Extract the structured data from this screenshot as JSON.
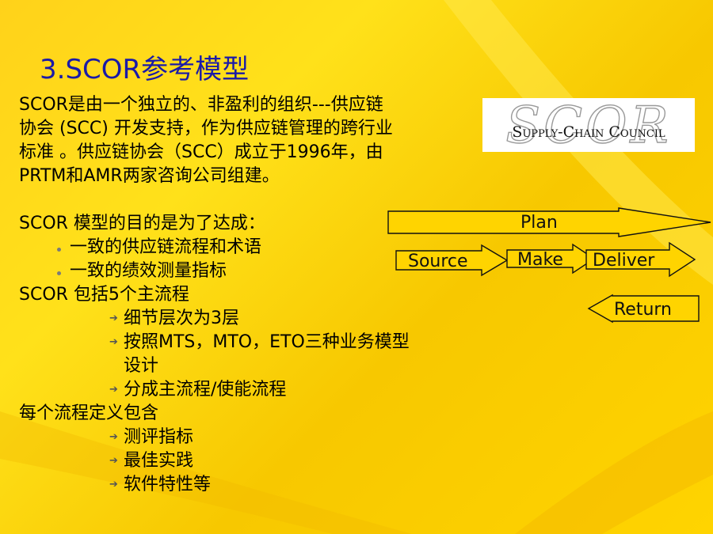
{
  "slide": {
    "title": "3.SCOR参考模型",
    "lines": {
      "p1": "SCOR是由一个独立的、非盈利的组织---供应链",
      "p2": "协会 (SCC) 开发支持，作为供应链管理的跨行业",
      "p3": "标准 。供应链协会（SCC）成立于1996年，由",
      "p4": "PRTM和AMR两家咨询公司组建。",
      "h1": "SCOR 模型的目的是为了达成：",
      "b1": "一致的供应链流程和术语",
      "b2": "一致的绩效测量指标",
      "h2": "SCOR 包括5个主流程",
      "s1": "细节层次为3层",
      "s2a": "按照MTS，MTO，ETO三种业务模型",
      "s2b": "设计",
      "s3": "分成主流程/使能流程",
      "h3": "每个流程定义包含",
      "t1": "测评指标",
      "t2": "最佳实践",
      "t3": "软件特性等"
    }
  },
  "logo": {
    "big_text": "SCOR",
    "sub_text": "Supply-Chain Council"
  },
  "diagram": {
    "plan": "Plan",
    "source": "Source",
    "make": "Make",
    "deliver": "Deliver",
    "return": "Return"
  },
  "colors": {
    "title": "#1a1aa8",
    "background": "#ffd400"
  }
}
